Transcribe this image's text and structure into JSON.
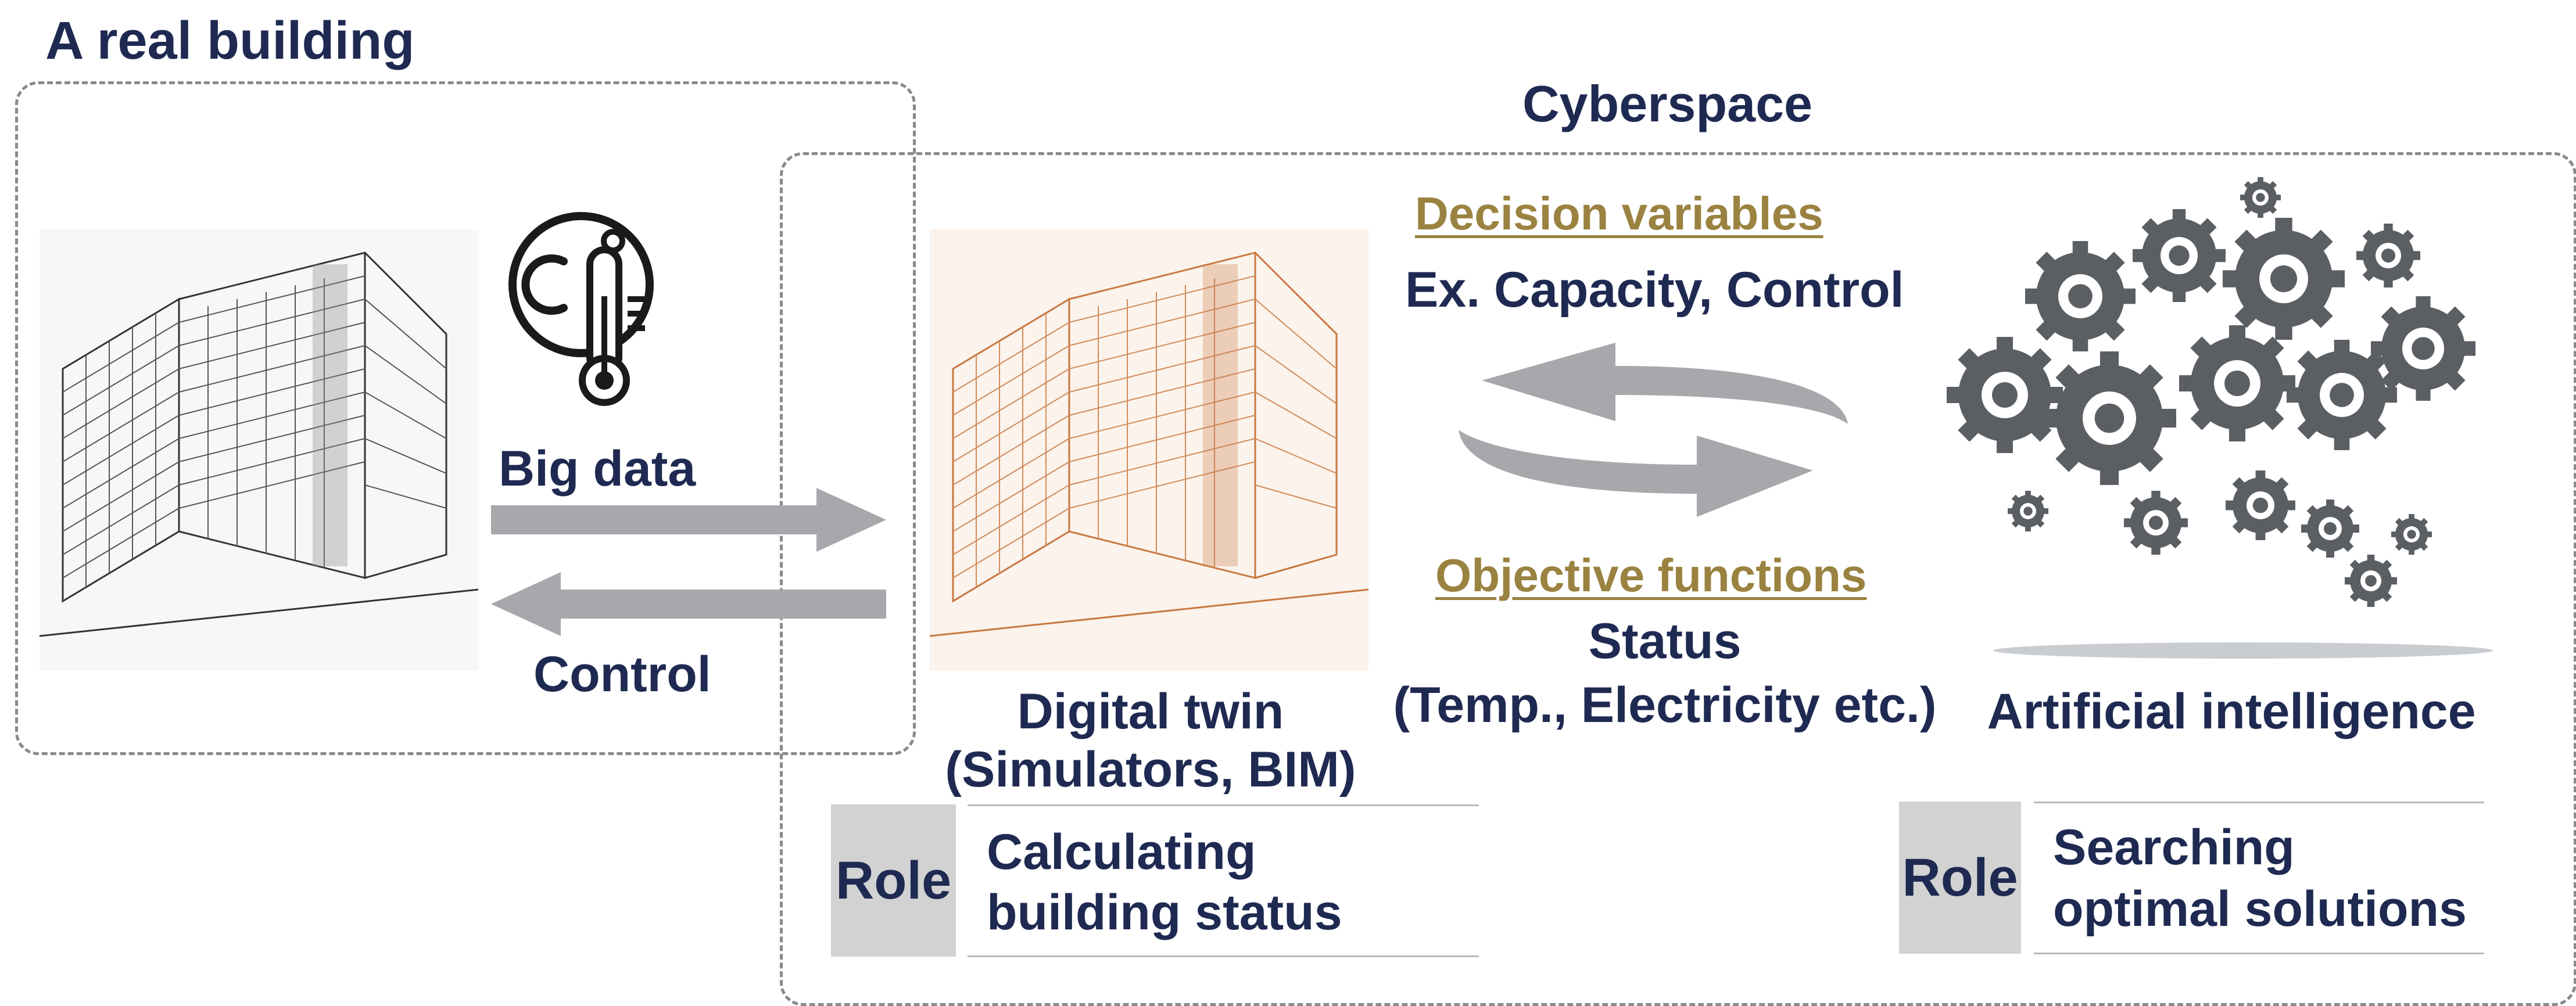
{
  "real_building": {
    "title": "A real building"
  },
  "cyberspace": {
    "title": "Cyberspace"
  },
  "flows": {
    "big_data": "Big data",
    "control": "Control"
  },
  "decision": {
    "heading": "Decision variables",
    "example": "Ex. Capacity, Control"
  },
  "objective": {
    "heading": "Objective functions",
    "line1": "Status",
    "line2": "(Temp., Electricity etc.)"
  },
  "digital_twin": {
    "line1": "Digital twin",
    "line2": "(Simulators, BIM)",
    "role_tag": "Role",
    "role_line1": "Calculating",
    "role_line2": "building status"
  },
  "ai": {
    "title": "Artificial intelligence",
    "role_tag": "Role",
    "role_line1": "Searching",
    "role_line2": "optimal solutions"
  },
  "colors": {
    "navy": "#1f2a52",
    "gold": "#9a8240",
    "arrow": "#a6a8ab",
    "twin": "#c8773f",
    "gear": "#5b5f64"
  },
  "icons": {
    "sensor": "thermometer-co2-icon",
    "brain": "gear-brain-icon"
  }
}
